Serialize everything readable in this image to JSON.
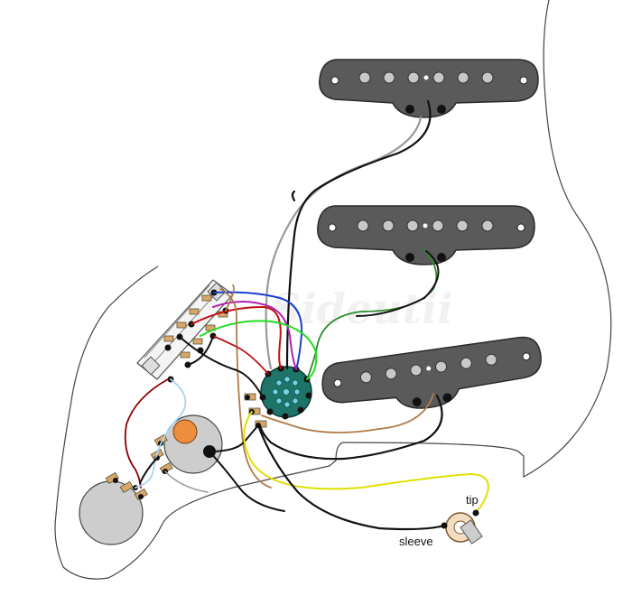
{
  "diagram": {
    "labels": {
      "tip": "tip",
      "sleeve": "sleeve"
    },
    "watermark_text": "Sideutii"
  },
  "components": {
    "pickups": [
      {
        "name": "neck-pickup",
        "pole_count": 6
      },
      {
        "name": "middle-pickup",
        "pole_count": 6
      },
      {
        "name": "bridge-pickup",
        "pole_count": 6
      }
    ],
    "switch": "five-way-selector-switch",
    "rotary": "rotary-switch-pcb",
    "pots": [
      "volume-pot",
      "tone-pot"
    ],
    "jack": "output-jack"
  },
  "colors": {
    "pickguard_outline": "#444444",
    "pickup_body": "#5a5a5a",
    "pole_piece": "#c8c8c8",
    "pot_body": "#cdcdcd",
    "capacitor": "#ef8d3e",
    "switch_pcb": "#1e7468",
    "wire_black": "#111111",
    "wire_white": "#9a9a9a",
    "wire_green": "#2a8a2a",
    "wire_red": "#c01010",
    "wire_blue": "#1a3fd0",
    "wire_purple": "#b020b0",
    "wire_bright_green": "#22dd22",
    "wire_brown": "#b07a4a",
    "wire_yellow": "#e0e000",
    "wire_light_blue": "#a8d4f0",
    "wire_dark_red": "#8b0000"
  }
}
